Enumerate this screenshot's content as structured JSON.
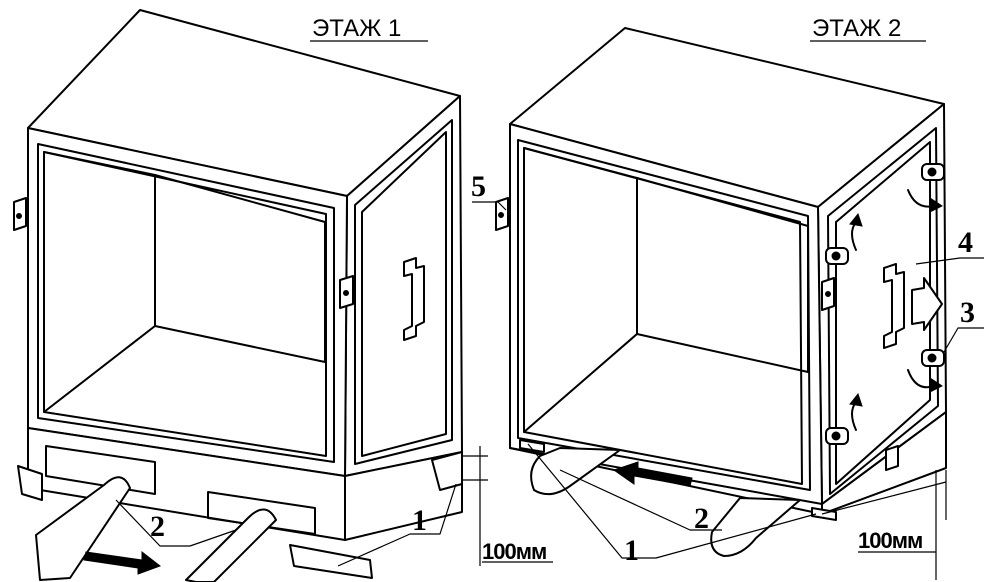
{
  "floors": [
    {
      "title": "ЭТАЖ 1",
      "dimension": "100мм",
      "callouts": [
        "1",
        "2"
      ]
    },
    {
      "title": "ЭТАЖ 2",
      "dimension": "100мм",
      "callouts": [
        "5",
        "4",
        "3",
        "1",
        "2"
      ]
    }
  ]
}
